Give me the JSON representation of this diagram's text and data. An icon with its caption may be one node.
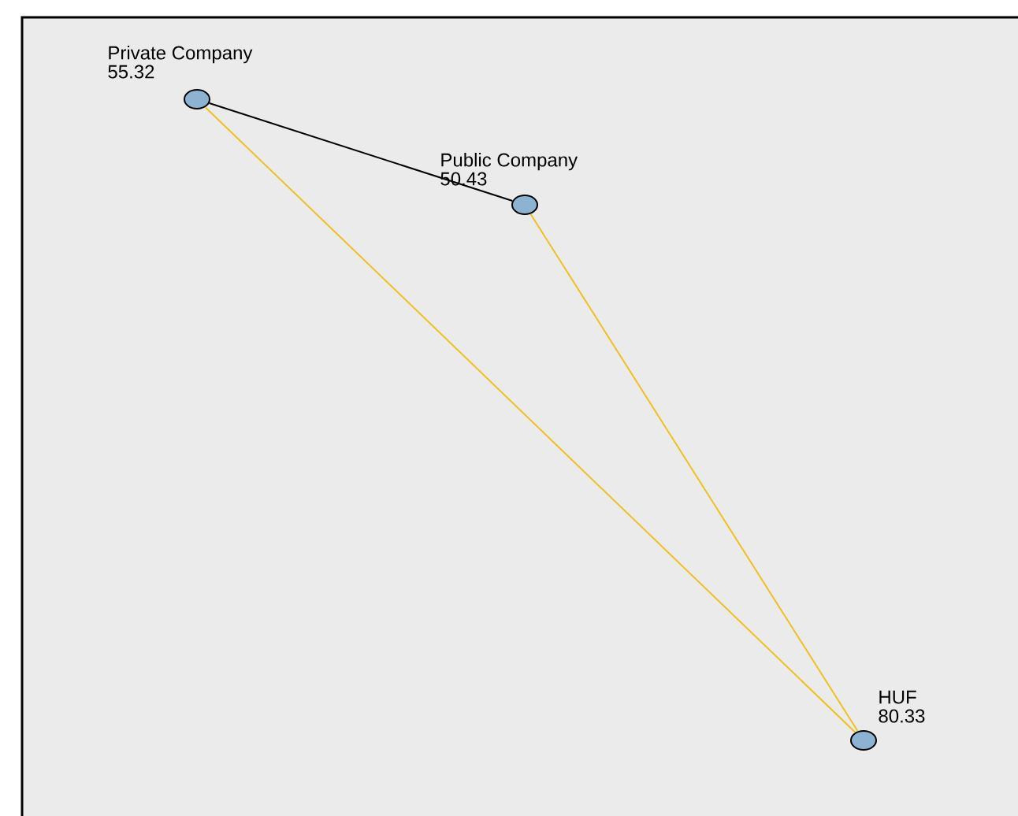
{
  "diagram": {
    "nodes": [
      {
        "text": [],
        "shape": "circle",
        "beside": [
          "Private Company",
          "55.32"
        ]
      },
      {
        "text": [],
        "shape": "circle",
        "beside": [
          "Public Company",
          "50.43"
        ]
      },
      {
        "text": [],
        "shape": "circle",
        "beside": [
          "HUF",
          "80.33"
        ]
      }
    ],
    "edges": [
      {
        "from": 0,
        "to": 1,
        "arrow": "none",
        "color": "#000000"
      },
      {
        "from": 0,
        "to": 2,
        "arrow": "none"
      },
      {
        "from": 1,
        "to": 2,
        "arrow": "none"
      }
    ]
  }
}
